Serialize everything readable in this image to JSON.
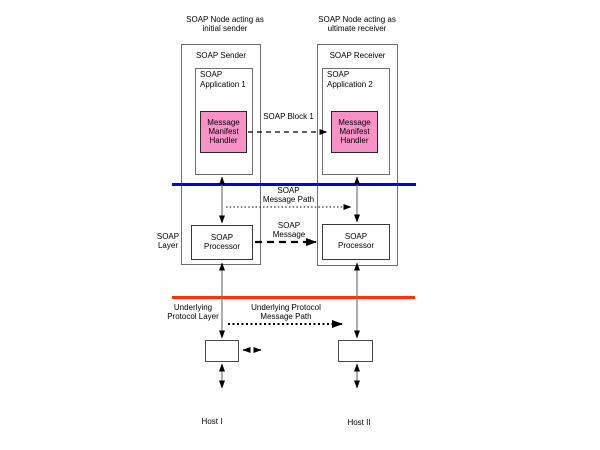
{
  "colors": {
    "soap_layer_line": "#0000f5",
    "underlying_layer_line": "#ff3300",
    "handler_box_fill": "#f892c6",
    "arrow_line": "#757575"
  },
  "headers": {
    "left_node": {
      "line1": "SOAP Node acting as",
      "line2": "initial sender"
    },
    "right_node": {
      "line1": "SOAP Node acting as",
      "line2": "ultimate receiver"
    }
  },
  "left_node": {
    "title": "SOAP Sender",
    "application": {
      "line1": "SOAP",
      "line2": "Application 1"
    },
    "handler": {
      "line1": "Message",
      "line2": "Manifest",
      "line3": "Handler"
    },
    "processor": {
      "line1": "SOAP",
      "line2": "Processor"
    }
  },
  "right_node": {
    "title": "SOAP Receiver",
    "application": {
      "line1": "SOAP",
      "line2": "Application 2"
    },
    "handler": {
      "line1": "Message",
      "line2": "Manifest",
      "line3": "Handler"
    },
    "processor": {
      "line1": "SOAP",
      "line2": "Processor"
    }
  },
  "labels": {
    "soap_block": "SOAP Block 1",
    "soap_message_path": {
      "line1": "SOAP",
      "line2": "Message Path"
    },
    "soap_message": {
      "line1": "SOAP",
      "line2": "Message"
    },
    "soap_layer": {
      "line1": "SOAP",
      "line2": "Layer"
    },
    "underlying_protocol_layer": {
      "line1": "Underlying",
      "line2": "Protocol Layer"
    },
    "underlying_protocol_message_path": {
      "line1": "Underlying Protocol",
      "line2": "Message Path"
    },
    "host_left": "Host I",
    "host_right": "Host II"
  }
}
